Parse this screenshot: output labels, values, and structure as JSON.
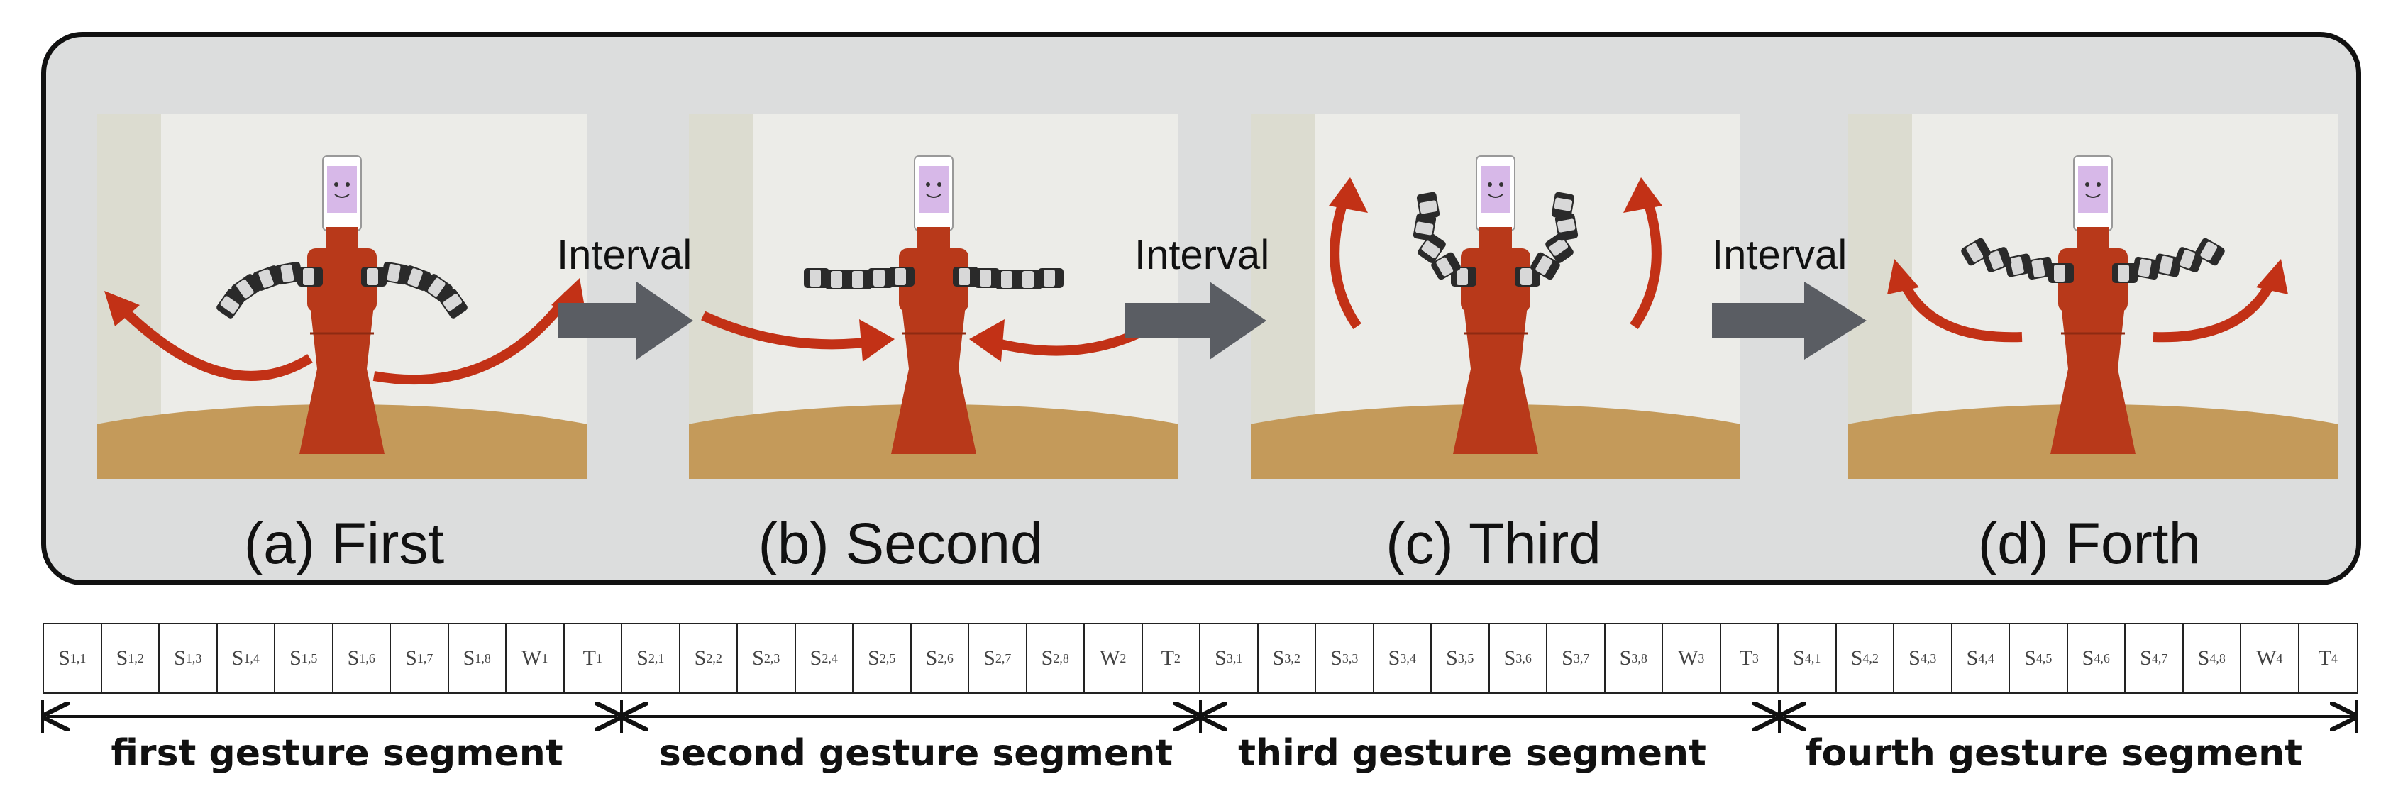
{
  "panels": [
    {
      "caption": "(a) First"
    },
    {
      "caption": "(b) Second"
    },
    {
      "caption": "(c) Third"
    },
    {
      "caption": "(d) Forth"
    }
  ],
  "interval_label": "Interval",
  "sequence": [
    {
      "cells": [
        "S1,1",
        "S1,2",
        "S1,3",
        "S1,4",
        "S1,5",
        "S1,6",
        "S1,7",
        "S1,8",
        "W1",
        "T1"
      ]
    },
    {
      "cells": [
        "S2,1",
        "S2,2",
        "S2,3",
        "S2,4",
        "S2,5",
        "S2,6",
        "S2,7",
        "S2,8",
        "W2",
        "T2"
      ]
    },
    {
      "cells": [
        "S3,1",
        "S3,2",
        "S3,3",
        "S3,4",
        "S3,5",
        "S3,6",
        "S3,7",
        "S3,8",
        "W3",
        "T3"
      ]
    },
    {
      "cells": [
        "S4,1",
        "S4,2",
        "S4,3",
        "S4,4",
        "S4,5",
        "S4,6",
        "S4,7",
        "S4,8",
        "W4",
        "T4"
      ]
    }
  ],
  "segments": [
    "first gesture segment",
    "second gesture segment",
    "third gesture segment",
    "fourth gesture segment"
  ],
  "colors": {
    "motion_arrow": "#c23116",
    "interval_arrow": "#5a5d63",
    "robot_body": "#b8391a",
    "panel_bg": "#dcdddd"
  }
}
